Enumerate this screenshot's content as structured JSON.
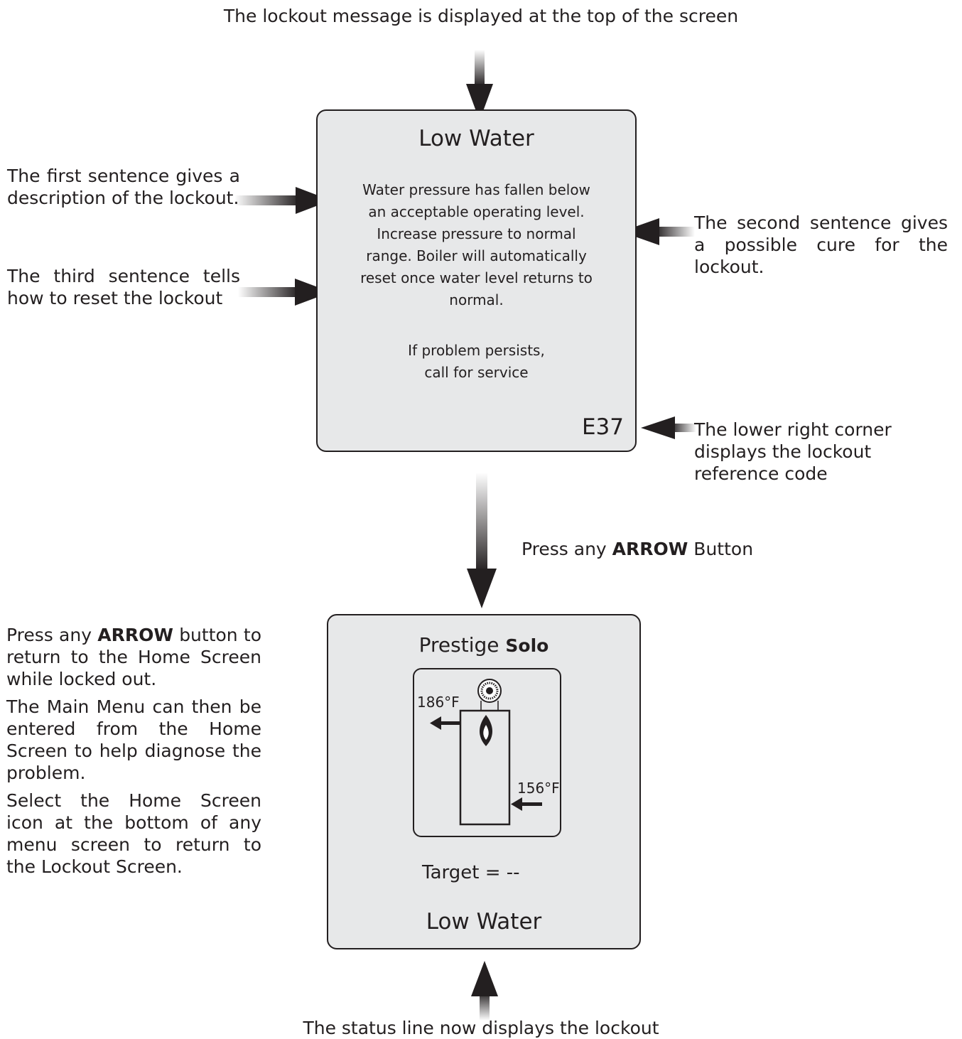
{
  "annotations": {
    "top": "The lockout message is displayed at the top of the screen",
    "first_sentence": "The first sentence gives a description of the lockout.",
    "third_sentence": "The third sentence tells how to reset the lockout",
    "second_sentence": "The second sentence gives a possible cure for the lockout.",
    "reference_code": "The lower right corner displays the lockout reference code",
    "press_arrow": {
      "pre": "Press any",
      "bold": "ARROW",
      "post": "Button"
    },
    "left_block": {
      "p1_pre": "Press any",
      "p1_bold": "ARROW",
      "p1_post": "button to return to the Home Screen while locked out.",
      "p2": "The Main Menu can then be entered from the Home Screen to help diagnose the problem.",
      "p3": "Select the Home Screen icon at the bottom of any menu screen to return to the Lockout Screen."
    },
    "status_line": "The status line now displays the lockout"
  },
  "lockout_screen": {
    "title": "Low Water",
    "message_lines": [
      "Water pressure has fallen below",
      "an acceptable operating level.",
      "Increase pressure to normal",
      "range. Boiler will automatically",
      "reset once water level returns to",
      "normal."
    ],
    "persist_lines": [
      "If problem persists,",
      "call for service"
    ],
    "code": "E37"
  },
  "home_screen": {
    "brand": "Prestige",
    "model": "Solo",
    "supply_temp": "186°F",
    "return_temp": "156°F",
    "target": "Target = --",
    "status": "Low Water"
  },
  "colors": {
    "screen_bg": "#e7e8e9",
    "outline": "#231f20",
    "arrow": "#231f20"
  }
}
